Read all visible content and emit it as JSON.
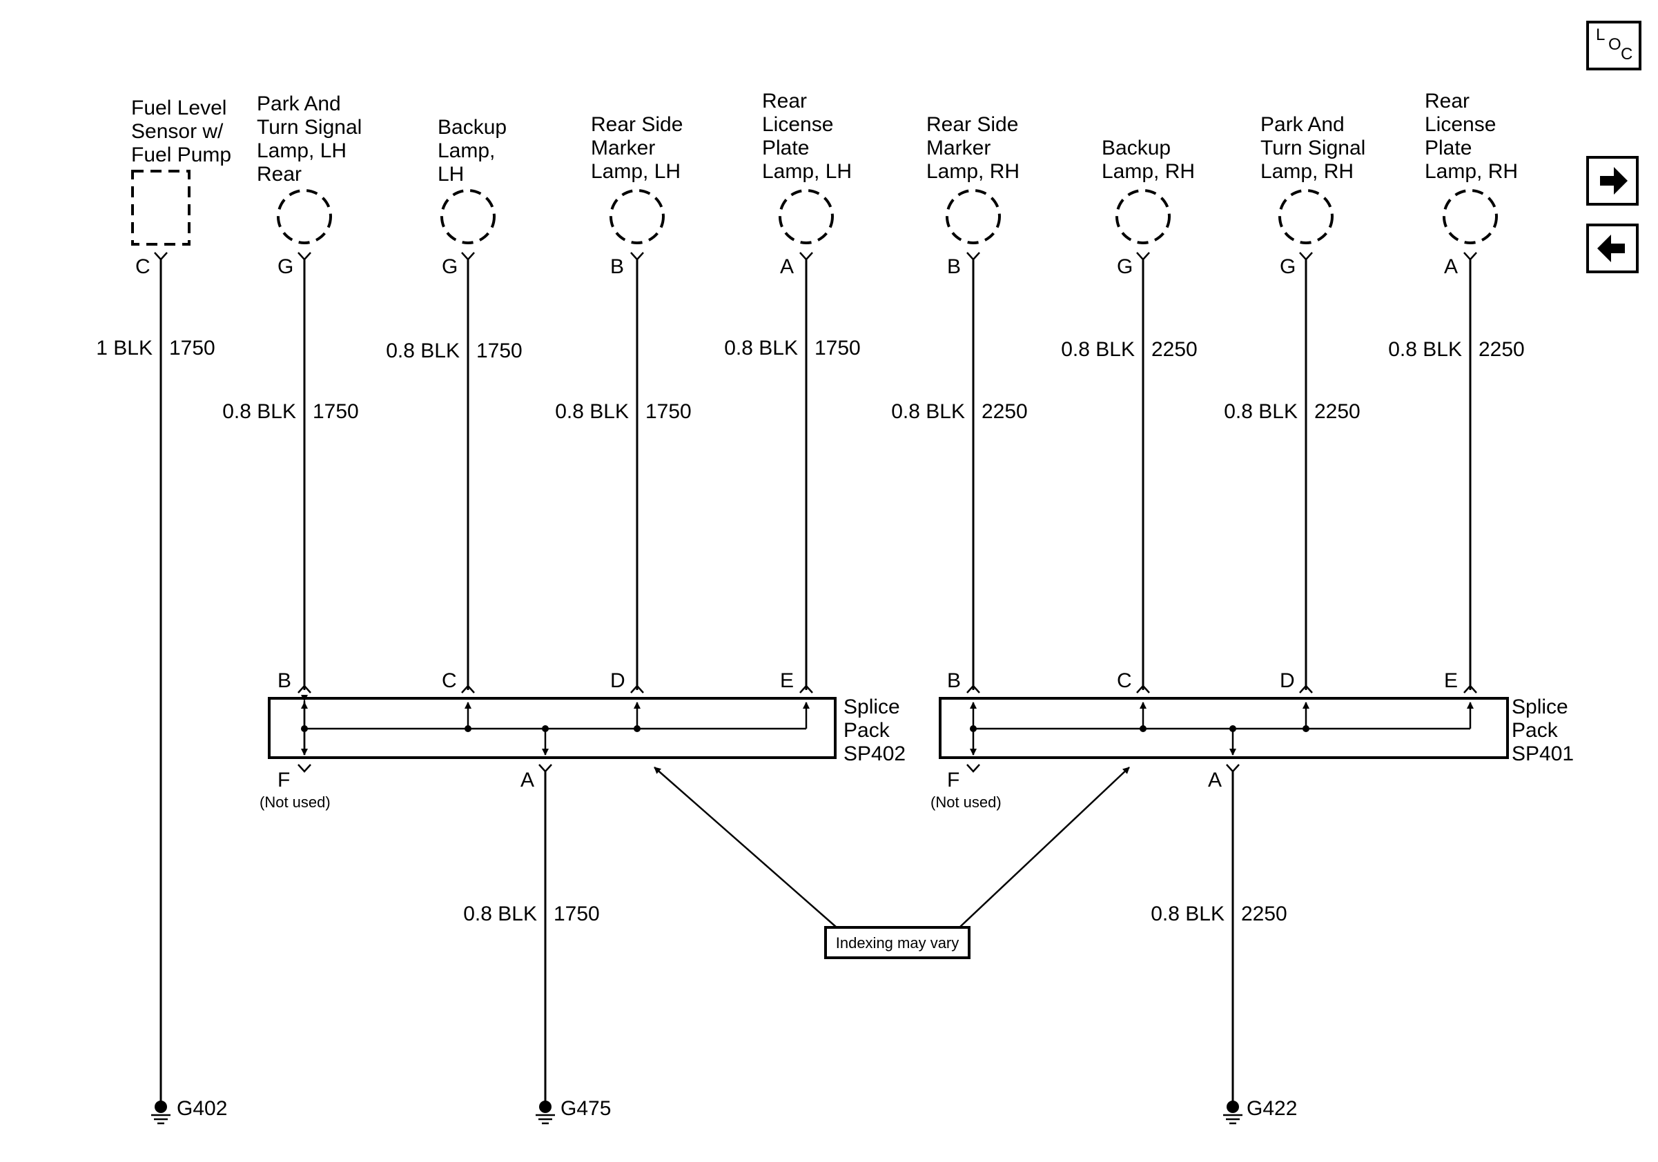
{
  "nav": {
    "loc_letters": [
      "L",
      "O",
      "C"
    ],
    "forward_icon": "arrow-right-icon",
    "back_icon": "arrow-left-icon"
  },
  "components": [
    {
      "name_lines": [
        "Fuel Level",
        "Sensor w/",
        "Fuel Pump"
      ],
      "pin": "C",
      "gauge": "1 BLK",
      "circuit": "1750"
    },
    {
      "name_lines": [
        "Park And",
        "Turn Signal",
        "Lamp, LH",
        "Rear"
      ],
      "pin": "G",
      "gauge": "0.8 BLK",
      "circuit": "1750"
    },
    {
      "name_lines": [
        "Backup",
        "Lamp,",
        "LH"
      ],
      "pin": "G",
      "gauge": "0.8 BLK",
      "circuit": "1750"
    },
    {
      "name_lines": [
        "Rear Side",
        "Marker",
        "Lamp, LH"
      ],
      "pin": "B",
      "gauge": "0.8 BLK",
      "circuit": "1750"
    },
    {
      "name_lines": [
        "Rear",
        "License",
        "Plate",
        "Lamp, LH"
      ],
      "pin": "A",
      "gauge": "0.8 BLK",
      "circuit": "1750"
    },
    {
      "name_lines": [
        "Rear Side",
        "Marker",
        "Lamp, RH"
      ],
      "pin": "B",
      "gauge": "0.8 BLK",
      "circuit": "2250"
    },
    {
      "name_lines": [
        "Backup",
        "Lamp, RH"
      ],
      "pin": "G",
      "gauge": "0.8 BLK",
      "circuit": "2250"
    },
    {
      "name_lines": [
        "Park And",
        "Turn Signal",
        "Lamp, RH"
      ],
      "pin": "G",
      "gauge": "0.8 BLK",
      "circuit": "2250"
    },
    {
      "name_lines": [
        "Rear",
        "License",
        "Plate",
        "Lamp, RH"
      ],
      "pin": "A",
      "gauge": "0.8 BLK",
      "circuit": "2250"
    }
  ],
  "splice_packs": [
    {
      "name_lines": [
        "Splice",
        "Pack",
        "SP402"
      ],
      "input_pins": [
        "B",
        "C",
        "D",
        "E"
      ],
      "unused_pin": "F",
      "unused_note": "(Not used)",
      "output_pin": "A",
      "out_gauge": "0.8 BLK",
      "out_circuit": "1750",
      "ground": "G475"
    },
    {
      "name_lines": [
        "Splice",
        "Pack",
        "SP401"
      ],
      "input_pins": [
        "B",
        "C",
        "D",
        "E"
      ],
      "unused_pin": "F",
      "unused_note": "(Not used)",
      "output_pin": "A",
      "out_gauge": "0.8 BLK",
      "out_circuit": "2250",
      "ground": "G422"
    }
  ],
  "fuel_ground": "G402",
  "note": "Indexing may vary"
}
